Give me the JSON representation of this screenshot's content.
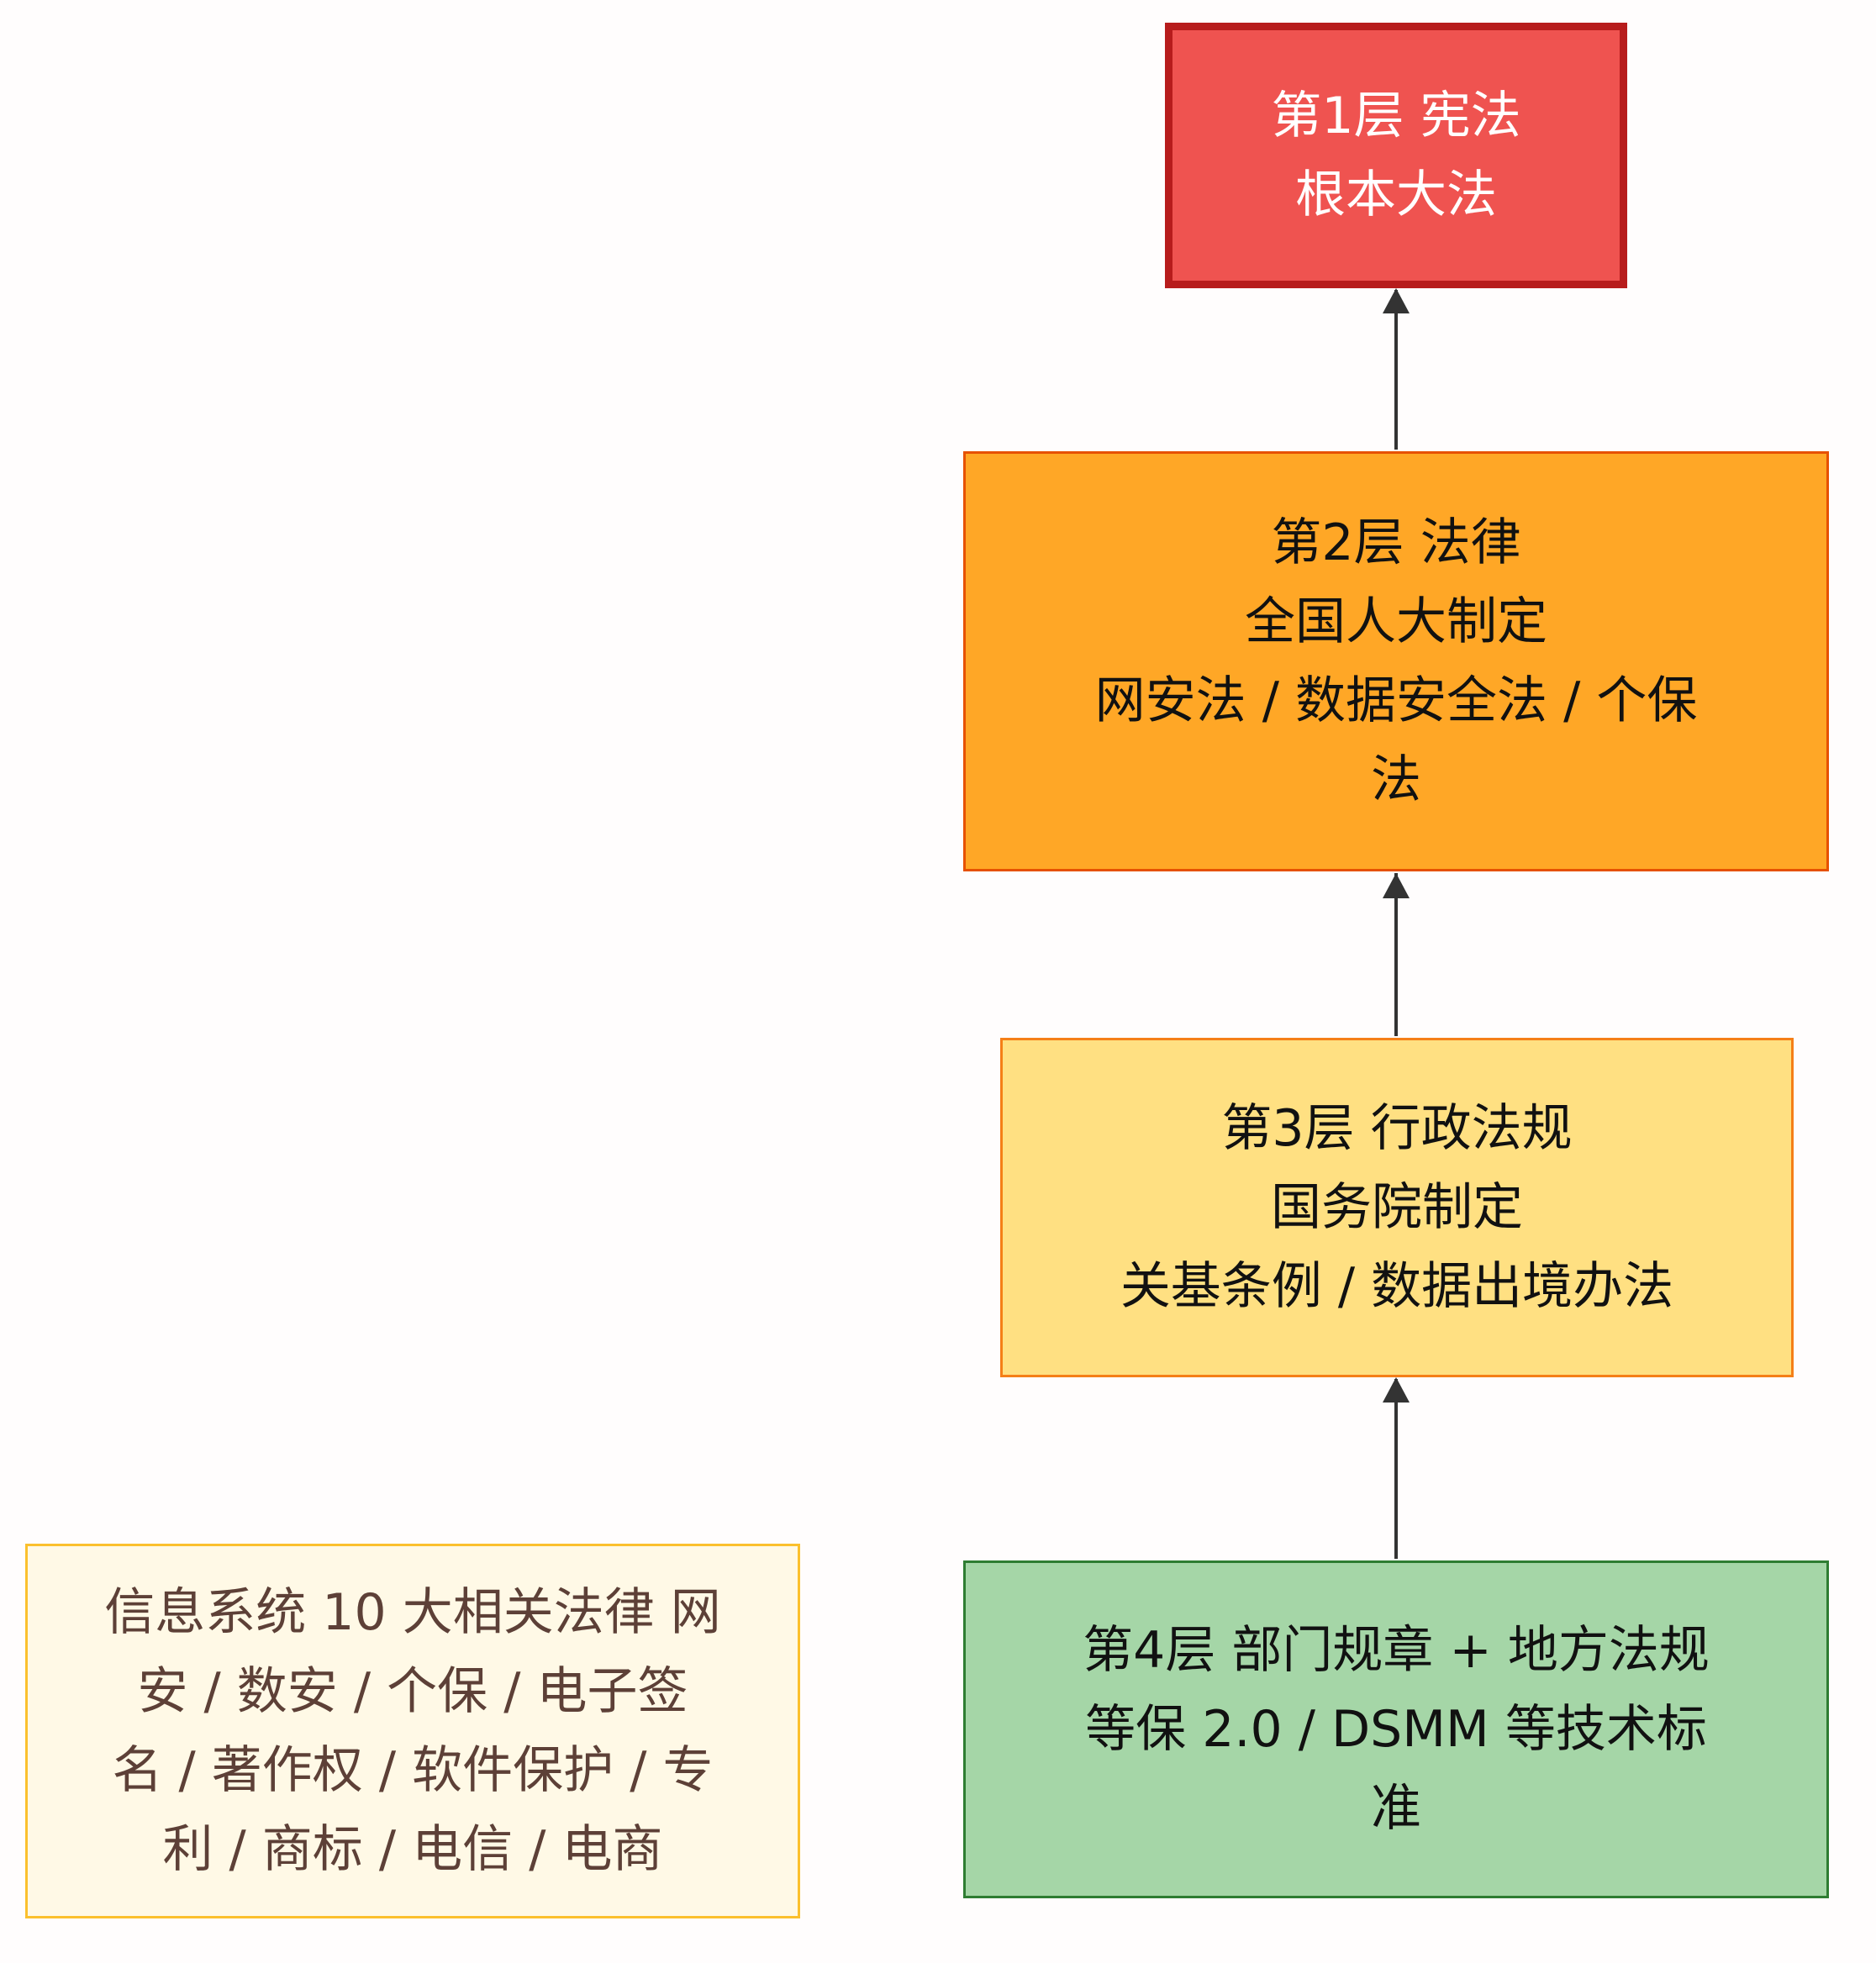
{
  "diagram": {
    "nodes": [
      {
        "id": "n1",
        "lines": [
          "第1层 宪法",
          "根本大法"
        ],
        "fill": "#ef5350",
        "stroke": "#b71c1c",
        "text_color": "#ffffff"
      },
      {
        "id": "n2",
        "lines": [
          "第2层 法律",
          "全国人大制定",
          "网安法 / 数据安全法 / 个保",
          "法"
        ],
        "fill": "#ffa726",
        "stroke": "#e65100",
        "text_color": "#111111"
      },
      {
        "id": "n3",
        "lines": [
          "第3层 行政法规",
          "国务院制定",
          "关基条例 / 数据出境办法"
        ],
        "fill": "#ffe082",
        "stroke": "#f57f17",
        "text_color": "#111111"
      },
      {
        "id": "n4",
        "lines": [
          "第4层 部门规章 + 地方法规",
          "等保 2.0 / DSMM 等技术标",
          "准"
        ],
        "fill": "#a5d6a7",
        "stroke": "#2e7d32",
        "text_color": "#111111"
      }
    ],
    "edges": [
      {
        "from": "n4",
        "to": "n3"
      },
      {
        "from": "n3",
        "to": "n2"
      },
      {
        "from": "n2",
        "to": "n1"
      }
    ],
    "note": {
      "lines": [
        "信息系统 10 大相关法律 网",
        "安 / 数安 / 个保 / 电子签",
        "名 / 著作权 / 软件保护 / 专",
        "利 / 商标 / 电信 / 电商"
      ],
      "fill": "#fff9e6",
      "stroke": "#fbc02d",
      "text_color": "#5d4037"
    },
    "edge_color": "#333333"
  }
}
